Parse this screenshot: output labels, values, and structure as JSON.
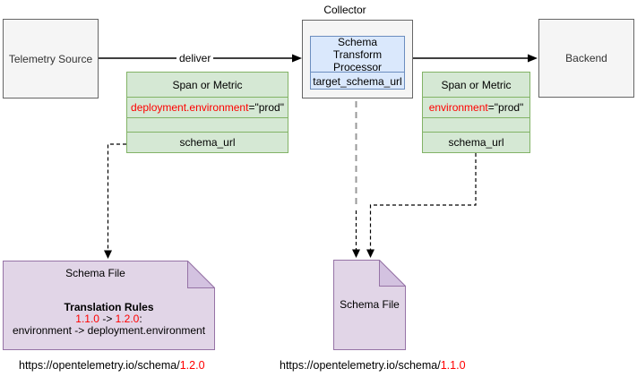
{
  "diagram": {
    "collector_label": "Collector",
    "deliver_label": "deliver",
    "nodes": {
      "telemetry_source": {
        "label": "Telemetry Source"
      },
      "backend": {
        "label": "Backend"
      },
      "processor": {
        "title": "Schema Transform Processor",
        "field": "target_schema_url"
      },
      "span_left": {
        "title": "Span or Metric",
        "attr_key": "deployment.environment",
        "attr_rest": "=\"prod\"",
        "field": "schema_url"
      },
      "span_right": {
        "title": "Span or Metric",
        "attr_key": "environment",
        "attr_rest": "=\"prod\"",
        "field": "schema_url"
      },
      "schema_file_left": {
        "title": "Schema File",
        "rules_title": "Translation Rules",
        "rule_from": "1.1.0",
        "rule_arrow": " -> ",
        "rule_to": "1.2.0",
        "rule_colon": ":",
        "rule_line2": "environment -> deployment.environment"
      },
      "schema_file_right": {
        "title": "Schema File"
      }
    },
    "urls": {
      "left": {
        "base": "https://opentelemetry.io/schema/",
        "version": "1.2.0"
      },
      "right": {
        "base": "https://opentelemetry.io/schema/",
        "version": "1.1.0"
      }
    },
    "colors": {
      "green_fill": "#d5e8d4",
      "green_stroke": "#82b366",
      "blue_fill": "#dae8fc",
      "blue_stroke": "#6c8ebf",
      "purple_fill": "#e1d5e7",
      "purple_fold": "#d3c2e0",
      "purple_stroke": "#9673a6",
      "gray_fill": "#f5f5f5",
      "gray_stroke": "#666666",
      "gray_dash": "#999999",
      "red_text": "#ff0000"
    }
  }
}
